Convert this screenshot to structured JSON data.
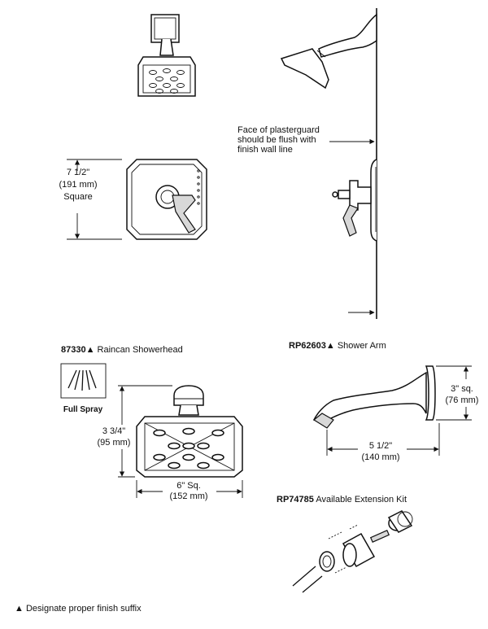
{
  "plasterguard_note": {
    "line1": "Face of plasterguard",
    "line2": "should be flush with",
    "line3": "finish wall line"
  },
  "trim_dimension": {
    "line1": "7 1/2\"",
    "line2": "(191 mm)",
    "line3": "Square"
  },
  "showerhead": {
    "model": "87330",
    "name": " Raincan Showerhead",
    "spray_label": "Full Spray",
    "height_in": "3 3/4\"",
    "height_mm": "(95 mm)",
    "width_in": "6\" Sq.",
    "width_mm": "(152 mm)"
  },
  "shower_arm": {
    "model": "RP62603",
    "name": " Shower Arm",
    "height_in": "3\" sq.",
    "height_mm": "(76 mm)",
    "length_in": "5 1/2\"",
    "length_mm": "(140 mm)"
  },
  "extension_kit": {
    "model": "RP74785",
    "name": " Available Extension Kit"
  },
  "footnote": " Designate proper finish suffix",
  "triangle_glyph": "▲"
}
